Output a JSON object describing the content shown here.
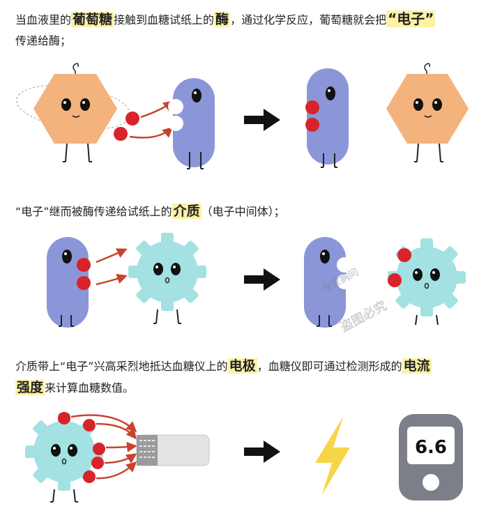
{
  "step1": {
    "t1": "当血液里的",
    "h1": "葡萄糖",
    "t2": "接触到血糖试纸上的",
    "h2": "酶",
    "t3": "，通过化学反应，葡萄糖就会把",
    "h3": "“电子”",
    "t4": "传递给酶；"
  },
  "step2": {
    "t1": "“电子”继而被酶传递给试纸上的",
    "h1": "介质",
    "t2": "（电子中间体）；"
  },
  "step3": {
    "t1": "介质带上“电子”兴高采烈地抵达血糖仪上的",
    "h1": "电极",
    "t2": "，血糖仪即可通过检测形成的",
    "h2": "电流",
    "h3": "强度",
    "t3": "来计算血糖数值。"
  },
  "meter": {
    "reading": "6.6"
  },
  "watermark": {
    "line1": "专业病问",
    "line2": "盗图必究"
  },
  "colors": {
    "glucose": "#f4b27c",
    "enzyme": "#8b96d8",
    "mediator": "#a3e1e2",
    "electron": "#d9232a",
    "arrow_red": "#c8432e",
    "highlight": "#fdf1a6",
    "bolt": "#f7d548",
    "meter_body": "#7c7f88"
  }
}
